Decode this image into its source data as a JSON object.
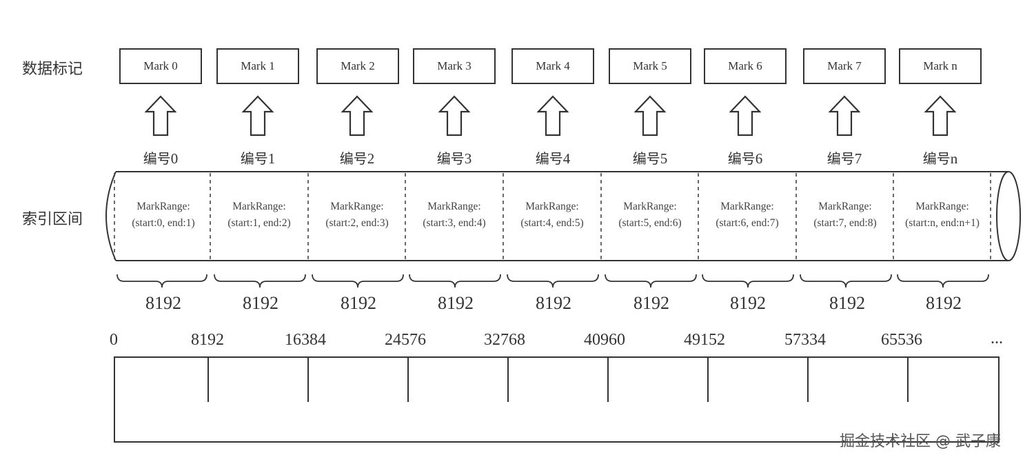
{
  "row_labels": {
    "marks": "数据标记",
    "ranges": "索引区间"
  },
  "marks": [
    "Mark 0",
    "Mark 1",
    "Mark 2",
    "Mark 3",
    "Mark 4",
    "Mark 5",
    "Mark 6",
    "Mark 7",
    "Mark n"
  ],
  "numbers": [
    {
      "prefix": "编号",
      "id": "0"
    },
    {
      "prefix": "编号",
      "id": "1"
    },
    {
      "prefix": "编号",
      "id": "2"
    },
    {
      "prefix": "编号",
      "id": "3"
    },
    {
      "prefix": "编号",
      "id": "4"
    },
    {
      "prefix": "编号",
      "id": "5"
    },
    {
      "prefix": "编号",
      "id": "6"
    },
    {
      "prefix": "编号",
      "id": "7"
    },
    {
      "prefix": "编号",
      "id": "n"
    }
  ],
  "ranges": [
    {
      "title": "MarkRange:",
      "detail": "(start:0, end:1)"
    },
    {
      "title": "MarkRange:",
      "detail": "(start:1, end:2)"
    },
    {
      "title": "MarkRange:",
      "detail": "(start:2, end:3)"
    },
    {
      "title": "MarkRange:",
      "detail": "(start:3, end:4)"
    },
    {
      "title": "MarkRange:",
      "detail": "(start:4, end:5)"
    },
    {
      "title": "MarkRange:",
      "detail": "(start:5, end:6)"
    },
    {
      "title": "MarkRange:",
      "detail": "(start:6, end:7)"
    },
    {
      "title": "MarkRange:",
      "detail": "(start:7, end:8)"
    },
    {
      "title": "MarkRange:",
      "detail": "(start:n, end:n+1)"
    }
  ],
  "granule_sizes": [
    "8192",
    "8192",
    "8192",
    "8192",
    "8192",
    "8192",
    "8192",
    "8192",
    "8192"
  ],
  "offsets": [
    "0",
    "8192",
    "16384",
    "24576",
    "32768",
    "40960",
    "49152",
    "57334",
    "65536"
  ],
  "offsets_more": "...",
  "watermark": "掘金技术社区 @ 武子康"
}
